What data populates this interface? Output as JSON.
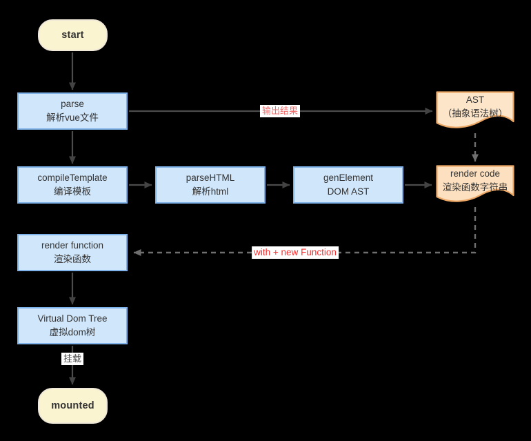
{
  "diagram": {
    "title": "vue template compile flowchart",
    "background": "#000000",
    "palette": {
      "process_fill": "#D0E6FA",
      "process_stroke": "#7FB2E8",
      "terminal_fill": "#FBF4D0",
      "terminal_stroke": "#F0E8D8",
      "document_fill": "#FCE5C9",
      "document_stroke": "#ECA867",
      "solid_edge": "#4C4C4C",
      "dashed_edge": "#6F6F6F",
      "node_text": "#333333",
      "label_output_red": "#F46A6A",
      "label_function_red": "#F92E2E",
      "label_mount_dark": "#4A4A4A",
      "label_bg": "#FFFFFF"
    },
    "nodes": {
      "start": {
        "label": "start"
      },
      "parse": {
        "line1": "parse",
        "line2": "解析vue文件"
      },
      "ast": {
        "line1": "AST",
        "line2": "（抽象语法树）"
      },
      "compile_template": {
        "line1": "compileTemplate",
        "line2": "编译模板"
      },
      "parse_html": {
        "line1": "parseHTML",
        "line2": "解析html"
      },
      "gen_element": {
        "line1": "genElement",
        "line2": "DOM AST"
      },
      "render_code": {
        "line1": "render code",
        "line2": "渲染函数字符串"
      },
      "render_function": {
        "line1": "render function",
        "line2": "渲染函数"
      },
      "virtual_dom": {
        "line1": "Virtual Dom Tree",
        "line2": "虚拟dom树"
      },
      "mounted": {
        "label": "mounted"
      }
    },
    "edge_labels": {
      "output_result": "输出结果",
      "with_new_function": "with + new Function",
      "mount": "挂载"
    }
  }
}
